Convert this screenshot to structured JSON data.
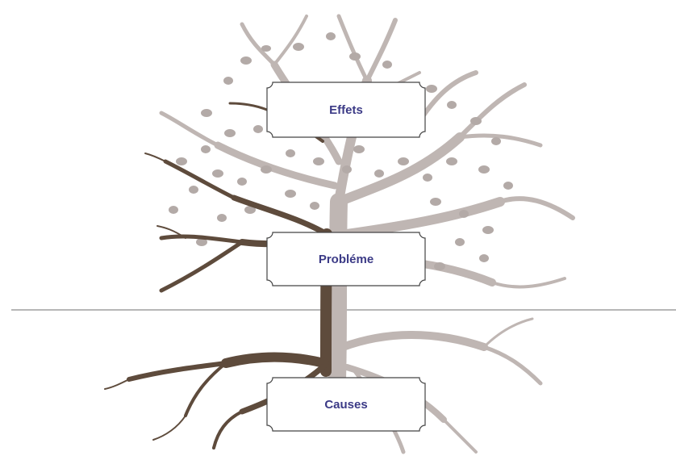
{
  "labels": {
    "effets": "Effets",
    "probleme": "Probléme",
    "causes": "Causes"
  },
  "colors": {
    "trunk_dark": "#5e4b3c",
    "branch_light": "#bfb6b3",
    "leaf": "#b3aaa7",
    "label_text": "#3b3a86",
    "ground_line": "#8a8a8a"
  }
}
